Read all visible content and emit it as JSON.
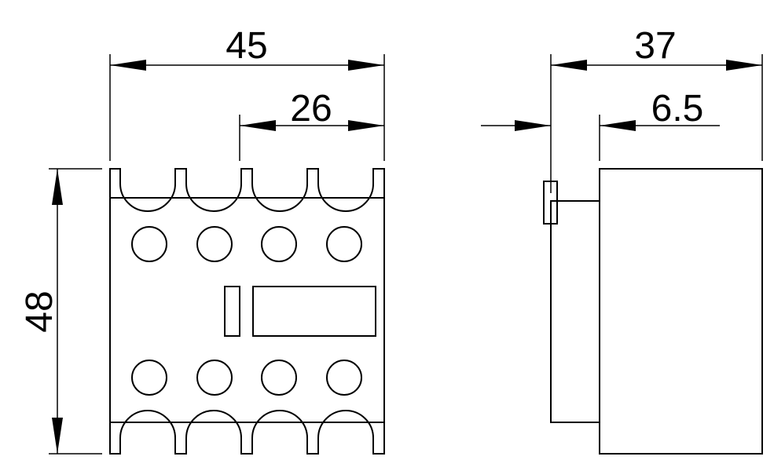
{
  "dimensions": {
    "front_width": "45",
    "front_partial_width": "26",
    "front_height": "48",
    "side_depth": "37",
    "side_offset": "6.5"
  }
}
